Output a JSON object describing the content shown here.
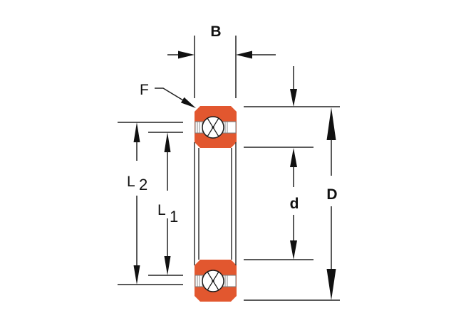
{
  "diagram": {
    "labels": {
      "width": "B",
      "chamfer": "F",
      "l2": {
        "main": "L",
        "sub": "2"
      },
      "l1": {
        "main": "L",
        "sub": "1"
      },
      "bore": "d",
      "outer": "D"
    },
    "colors": {
      "ring": "#E2572F",
      "line": "#222222"
    }
  }
}
